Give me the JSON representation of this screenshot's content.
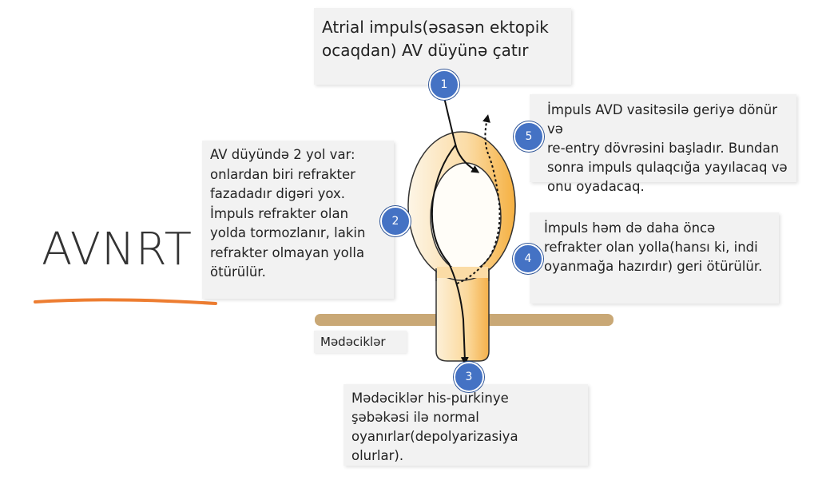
{
  "title": "AVNRT",
  "colors": {
    "accent_underline": "#ed7d31",
    "badge_fill": "#4472c4",
    "node_gradient_light": "#fdf5e6",
    "node_gradient_dark": "#f5b041",
    "septum": "#c9a876",
    "text_box_bg": "#f2f2f2"
  },
  "labels": {
    "ventricles": "Mədəciklər"
  },
  "steps": [
    {
      "number": "1",
      "text": "Atrial impuls(əsasən ektopik\nocaqdan) AV düyünə çatır"
    },
    {
      "number": "2",
      "text": "AV düyündə 2 yol var:\nonlardan biri refrakter\nfazadadır digəri yox.\nİmpuls refrakter olan\nyolda tormozlanır, lakin\nrefrakter olmayan yolla\nötürülür."
    },
    {
      "number": "3",
      "text": "Mədəciklər his-purkinye\nşəbəkəsi ilə normal\noyanırlar(depolyarizasiya\nolurlar)."
    },
    {
      "number": "4",
      "text": "İmpuls həm də daha öncə\nrefrakter olan yolla(hansı ki, indi\noyanmağa hazırdır) geri ötürülür."
    },
    {
      "number": "5",
      "text": "İmpuls AVD vasitəsilə geriyə dönür və\nre-entry dövrəsini başladır. Bundan\nsonra impuls qulaqcığa yayılacaq və\nonu oyadacaq."
    }
  ]
}
